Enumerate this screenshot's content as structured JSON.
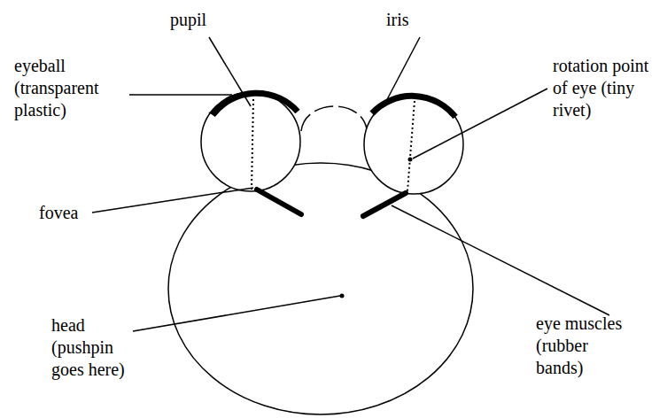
{
  "diagram": {
    "labels": [
      "pupil",
      "iris",
      "eyeball (transparent plastic)",
      "rotation point of eye (tiny rivet)",
      "fovea",
      "head (pushpin goes here)",
      "eye muscles (rubber bands)"
    ]
  }
}
